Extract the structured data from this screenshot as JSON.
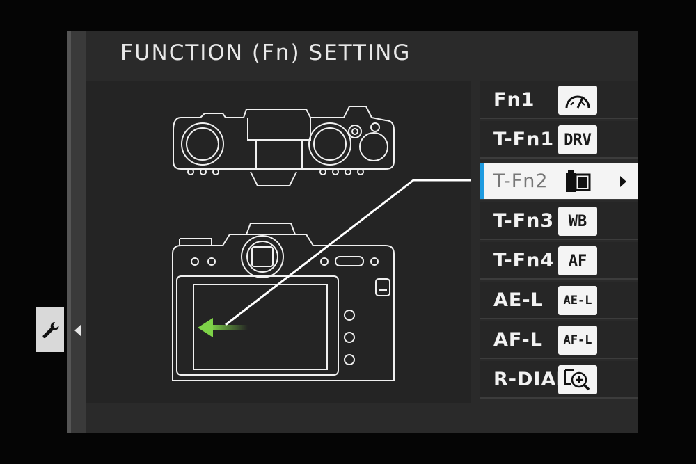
{
  "title": "FUNCTION (Fn) SETTING",
  "side_tab": {
    "icon": "wrench-icon"
  },
  "menu": {
    "items": [
      {
        "label": "Fn1",
        "badge": "",
        "icon": "speedometer-icon"
      },
      {
        "label": "T-Fn1",
        "badge": "DRV",
        "icon": ""
      },
      {
        "label": "T-Fn2",
        "badge": "",
        "icon": "film-simulation-icon",
        "selected": true
      },
      {
        "label": "T-Fn3",
        "badge": "WB",
        "icon": ""
      },
      {
        "label": "T-Fn4",
        "badge": "AF",
        "icon": ""
      },
      {
        "label": "AE-L",
        "badge": "AE-L",
        "icon": ""
      },
      {
        "label": "AF-L",
        "badge": "AF-L",
        "icon": ""
      },
      {
        "label": "R-DIAL",
        "badge": "",
        "icon": "zoom-in-icon"
      }
    ]
  },
  "colors": {
    "selection_accent": "#1e9be0",
    "swipe_arrow": "#7ed348"
  }
}
